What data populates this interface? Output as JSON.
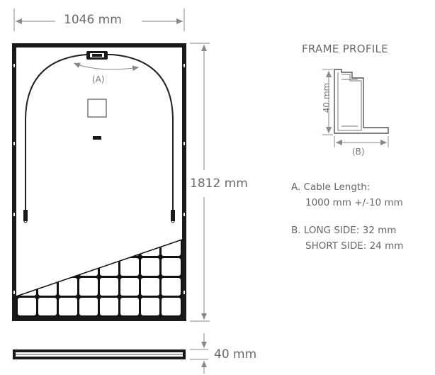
{
  "panel": {
    "width_label": "1046 mm",
    "height_label": "1812 mm",
    "thickness_label": "40 mm",
    "cable_marker": "(A)"
  },
  "frame_profile": {
    "title": "FRAME PROFILE",
    "height_label": "40 mm",
    "width_marker": "(B)"
  },
  "notes": {
    "a_line1": "A. Cable Length:",
    "a_line2": "1000 mm +/-10 mm",
    "b_line1": "B. LONG SIDE: 32 mm",
    "b_line2": "SHORT SIDE: 24 mm"
  },
  "colors": {
    "frame": "#1a1a1a",
    "panel_fill": "#ffffff",
    "cell_fill": "#111111",
    "dimension_line": "#888888"
  }
}
